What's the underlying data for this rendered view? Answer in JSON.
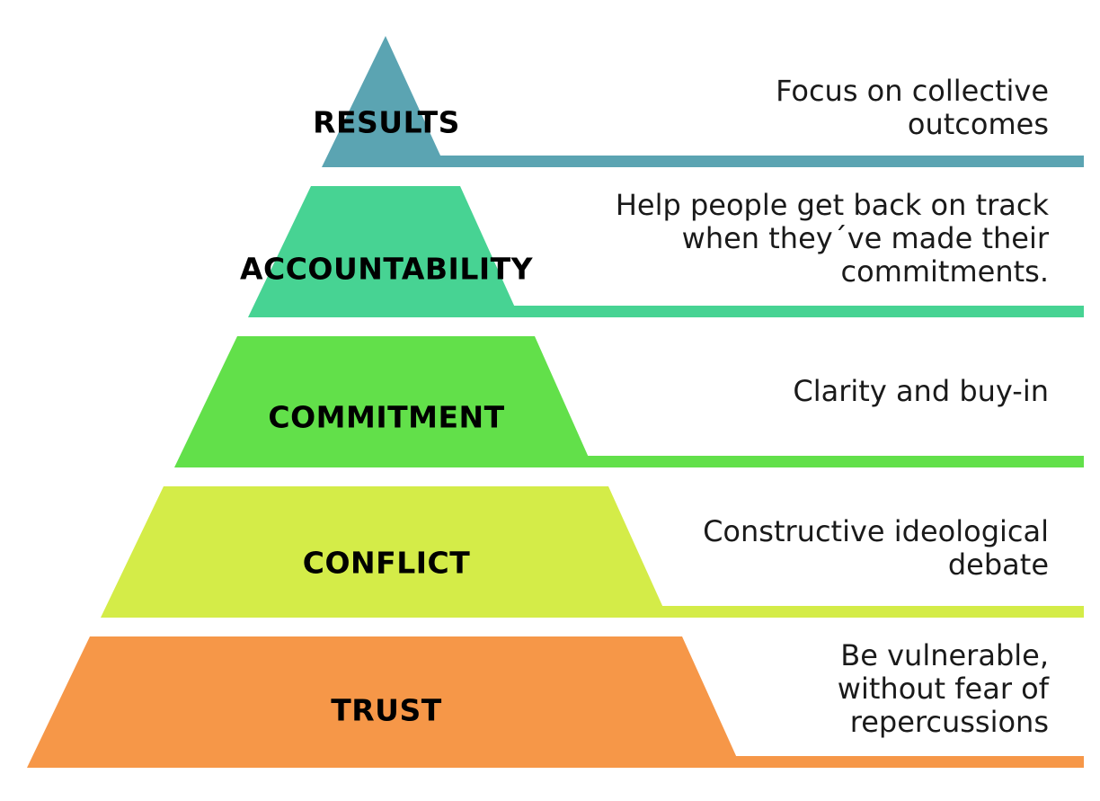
{
  "levels": [
    {
      "label": "RESULTS",
      "description": "Focus on collective\noutcomes",
      "color": "#5ba4b2"
    },
    {
      "label": "ACCOUNTABILITY",
      "description": "Help people get back on track\nwhen they´ve made their \ncommitments.",
      "color": "#47d393"
    },
    {
      "label": "COMMITMENT",
      "description": "Clarity and buy-in",
      "color": "#62e04a"
    },
    {
      "label": "CONFLICT",
      "description": "Constructive ideological\ndebate",
      "color": "#d4ec48"
    },
    {
      "label": "TRUST",
      "description": "Be vulnerable,\nwithout fear of\nrepercussions",
      "color": "#f69748"
    }
  ]
}
